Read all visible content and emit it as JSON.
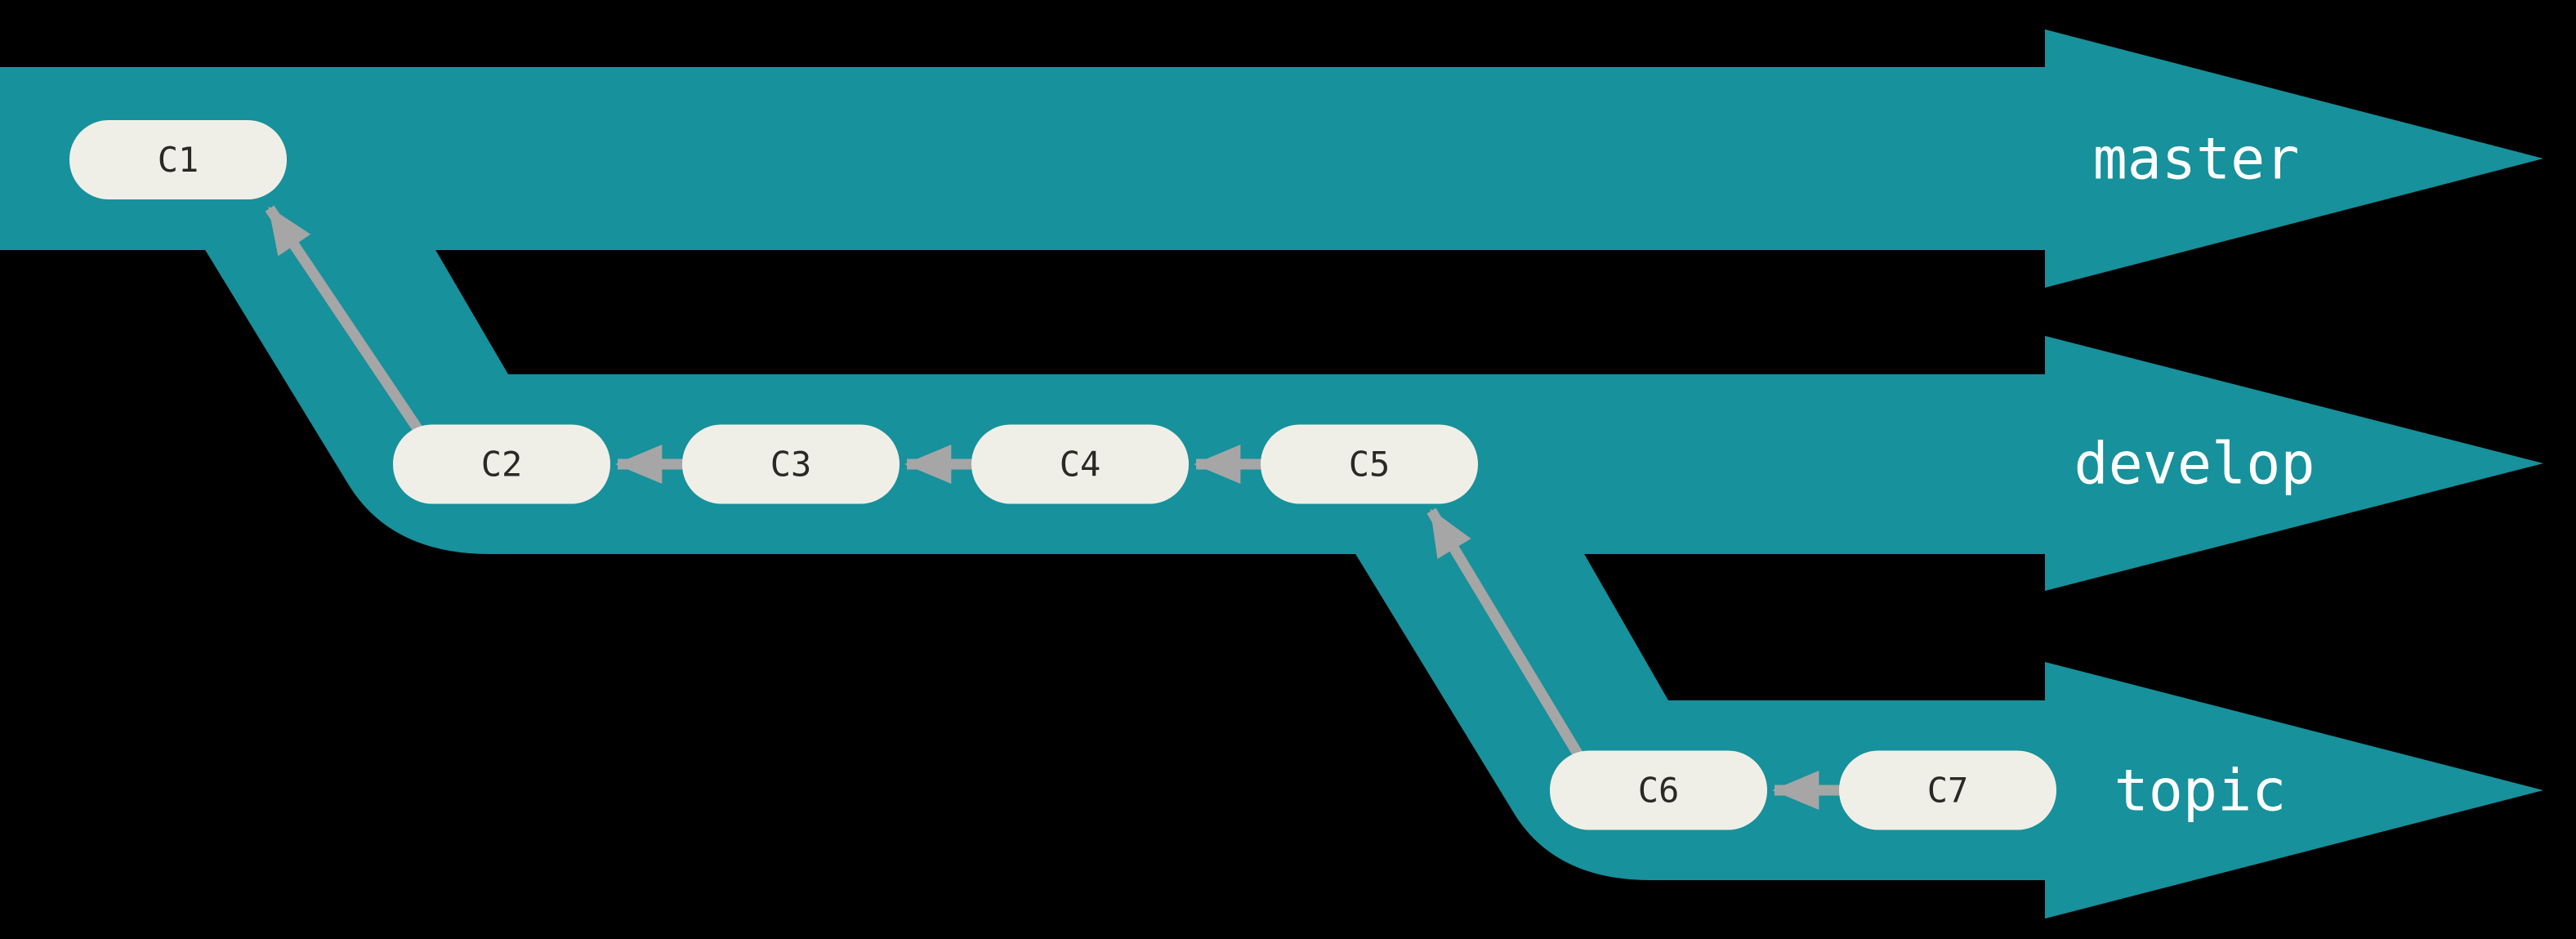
{
  "colors": {
    "background": "#000000",
    "branch_band": "#17919b",
    "node_fill": "#f0efe7",
    "node_text": "#2a2a24",
    "arrow": "#a6a6a6",
    "branch_label": "#ffffff"
  },
  "branches": [
    {
      "name": "master"
    },
    {
      "name": "develop"
    },
    {
      "name": "topic"
    }
  ],
  "commits": [
    {
      "id": "C1",
      "branch": "master"
    },
    {
      "id": "C2",
      "branch": "develop"
    },
    {
      "id": "C3",
      "branch": "develop"
    },
    {
      "id": "C4",
      "branch": "develop"
    },
    {
      "id": "C5",
      "branch": "develop"
    },
    {
      "id": "C6",
      "branch": "topic"
    },
    {
      "id": "C7",
      "branch": "topic"
    }
  ],
  "edges": [
    {
      "from": "C2",
      "to": "C1"
    },
    {
      "from": "C3",
      "to": "C2"
    },
    {
      "from": "C4",
      "to": "C3"
    },
    {
      "from": "C5",
      "to": "C4"
    },
    {
      "from": "C6",
      "to": "C5"
    },
    {
      "from": "C7",
      "to": "C6"
    }
  ]
}
